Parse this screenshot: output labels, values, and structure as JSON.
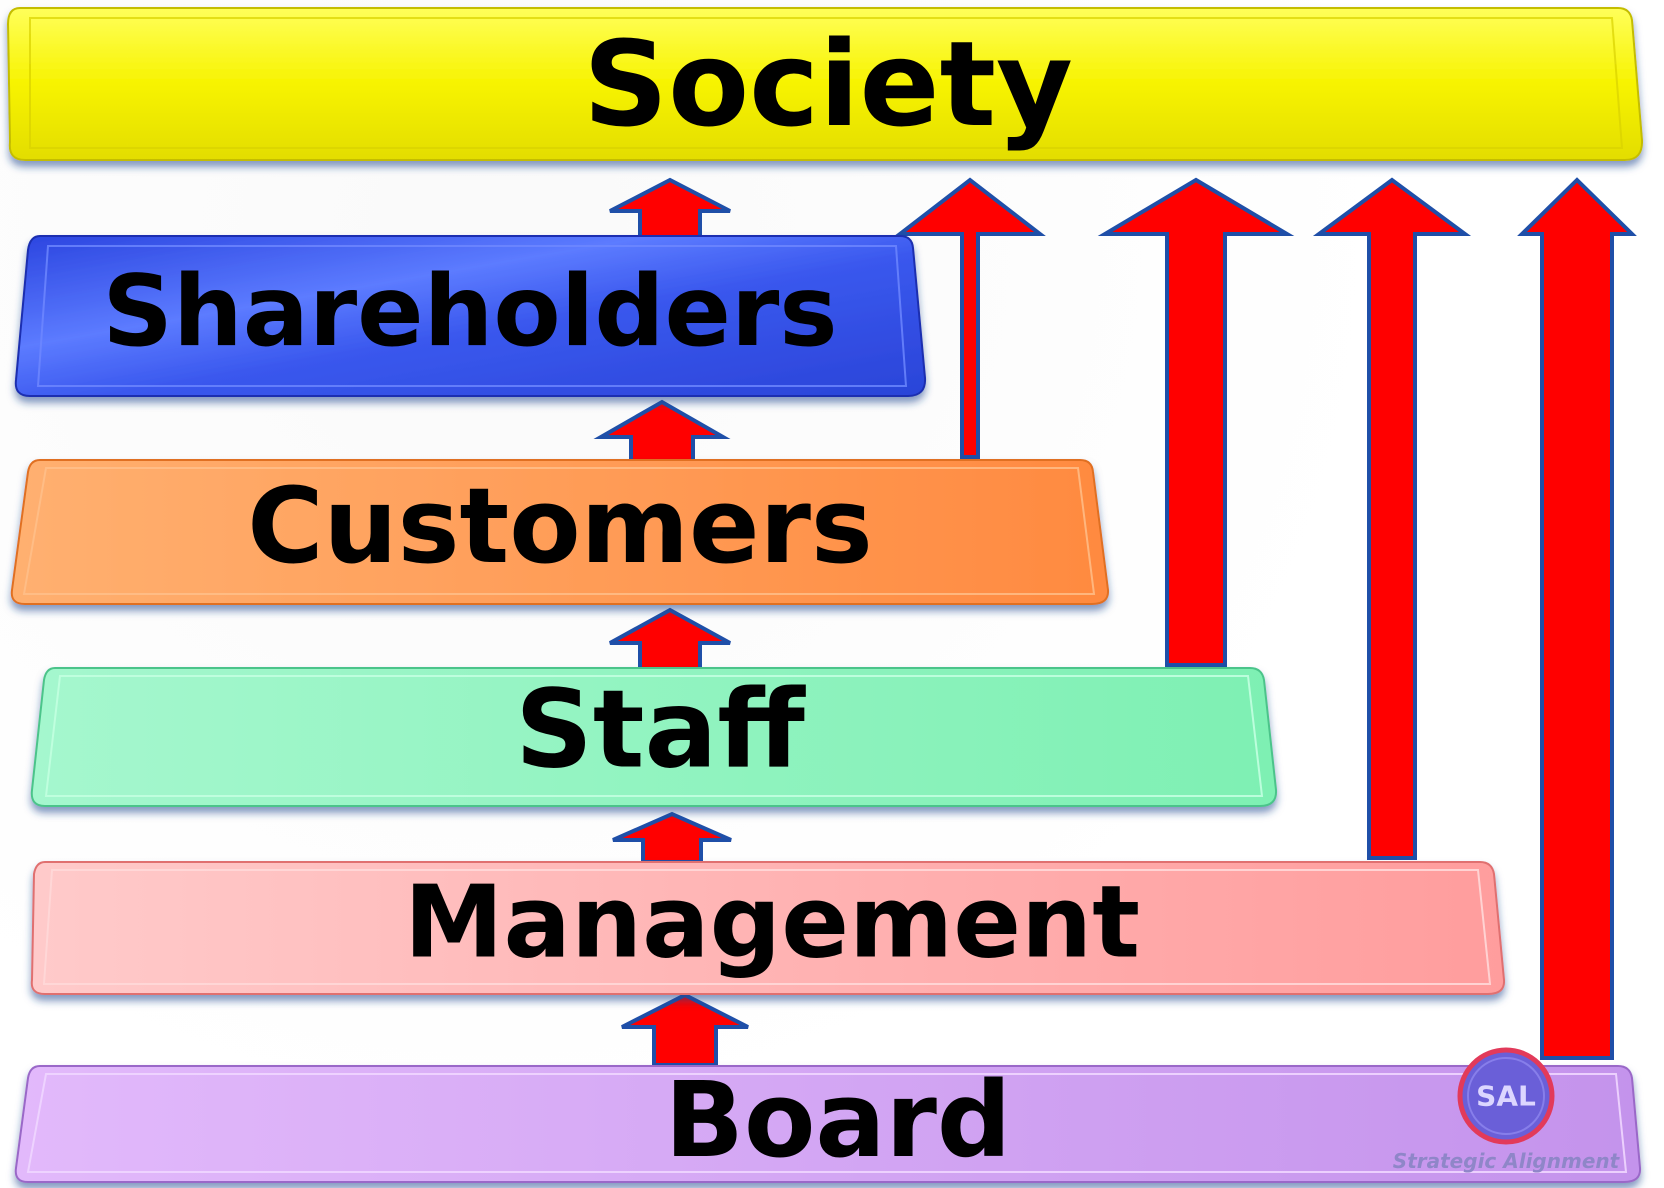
{
  "diagram": {
    "tiers": [
      {
        "label": "Society",
        "color": "#f7f300"
      },
      {
        "label": "Shareholders",
        "color": "#3f5ff0"
      },
      {
        "label": "Customers",
        "color": "#ff9a50"
      },
      {
        "label": "Staff",
        "color": "#8ff5c0"
      },
      {
        "label": "Management",
        "color": "#ffaaaa"
      },
      {
        "label": "Board",
        "color": "#d3a8f5"
      }
    ],
    "arrow_color": "#ff0000",
    "arrow_outline": "#1f4fa8"
  },
  "logo": {
    "initials": "SAL",
    "caption": "Strategic Alignment"
  }
}
